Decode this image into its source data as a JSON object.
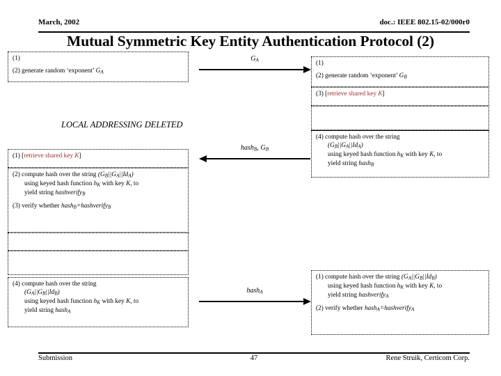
{
  "header": {
    "date": "March, 2002",
    "doc": "doc.: IEEE 802.15-02/000r0"
  },
  "title": "Mutual Symmetric Key Entity Authentication Protocol (2)",
  "footer": {
    "left": "Submission",
    "page": "47",
    "right": "Rene Struik, Certicom Corp."
  },
  "annotation": {
    "local_addressing": "LOCAL ADDRESSING DELETED"
  },
  "colors": {
    "text": "#000000",
    "highlight_red": "#9a3232",
    "rule": "#000000"
  },
  "messages": [
    {
      "name": "msg-1",
      "label_main": "G",
      "label_sub": "A",
      "direction": "right"
    },
    {
      "name": "msg-2",
      "label_main": "hash",
      "label_sub": "B",
      "label_main2": "G",
      "label_sub2": "B",
      "direction": "left"
    },
    {
      "name": "msg-3",
      "label_main": "hash",
      "label_sub": "A",
      "direction": "right"
    }
  ],
  "left_column": {
    "box1": {
      "line1": "(1)",
      "line2_num": "(2)",
      "line2_text": "generate random ‘exponent’",
      "line2_sym": "G",
      "line2_sub": "A"
    },
    "box2": {
      "line1_num": "(1)",
      "line1_bracket_open": "[",
      "line1_red": "retrieve shared key",
      "line1_red_sym": "K",
      "line1_bracket_close": "]"
    },
    "box3": {
      "l1_num": "(2)",
      "l1_text": "compute hash over the string",
      "l1_str": "(G",
      "l1_str_sub1": "B",
      "l1_str_mid": "||G",
      "l1_str_sub2": "A",
      "l1_str_mid2": "||Id",
      "l1_str_sub3": "A",
      "l1_str_close": ")",
      "l2a": "using keyed hash function",
      "l2b": "h",
      "l2b_sub": "K",
      "l2c": "with key",
      "l2d": "K",
      "l2e": ", to",
      "l3a": "yield  string",
      "l3b": "hashverify",
      "l3b_sub": "B",
      "l4_num": "(3)",
      "l4_text": "verify whether",
      "l4_a": "hash",
      "l4_a_sub": "B",
      "l4_eq": "=",
      "l4_b": "hashverify",
      "l4_b_sub": "B"
    },
    "box4": {
      "content": ""
    },
    "box5": {
      "content": ""
    },
    "box6": {
      "l1_num": "(4)",
      "l1_text": "compute hash over the string",
      "l2_str": "(G",
      "l2_sub1": "A",
      "l2_mid": "||G",
      "l2_sub2": "B",
      "l2_mid2": "||Id",
      "l2_sub3": "B",
      "l2_close": ")",
      "l3a": "using keyed hash function",
      "l3b": "h",
      "l3b_sub": "K",
      "l3c": "with key",
      "l3d": "K",
      "l3e": ", to",
      "l4a": "yield string",
      "l4b": "hash",
      "l4b_sub": "A"
    }
  },
  "right_column": {
    "box1": {
      "line1": "(1)",
      "line2_num": "(2)",
      "line2_text": "generate random ‘exponent’",
      "line2_sym": "G",
      "line2_sub": "B"
    },
    "box2": {
      "line1_num": "(3)",
      "line1_bracket_open": "[",
      "line1_red": "retrieve shared key",
      "line1_red_sym": "K",
      "line1_bracket_close": "]"
    },
    "box3": {
      "content": ""
    },
    "box4": {
      "l1_num": "(4)",
      "l1_text": "compute hash over the string",
      "l2_str": "(G",
      "l2_sub1": "B",
      "l2_mid": "||G",
      "l2_sub2": "A",
      "l2_mid2": "||Id",
      "l2_sub3": "A",
      "l2_close": ")",
      "l3a": "using keyed hash function",
      "l3b": "h",
      "l3b_sub": "K",
      "l3c": "with key",
      "l3d": "K",
      "l3e": ", to",
      "l4a": "yield string",
      "l4b": "hash",
      "l4b_sub": "B"
    },
    "box5": {
      "l1_num": "(1)",
      "l1_text": "compute hash over the string",
      "l1_str": "(G",
      "l1_sub1": "A",
      "l1_mid": "||G",
      "l1_sub2": "B",
      "l1_mid2": "||Id",
      "l1_sub3": "B",
      "l1_close": ")",
      "l2a": "using keyed hash function",
      "l2b": "h",
      "l2b_sub": "K",
      "l2c": "with key",
      "l2d": "K",
      "l2e": ", to",
      "l3a": "yield  string",
      "l3b": "hashverify",
      "l3b_sub": "A",
      "l4_num": "(2)",
      "l4_text": "verify whether",
      "l4_a": "hash",
      "l4_a_sub": "A",
      "l4_eq": "=",
      "l4_b": "hashverify",
      "l4_b_sub": "A"
    }
  }
}
